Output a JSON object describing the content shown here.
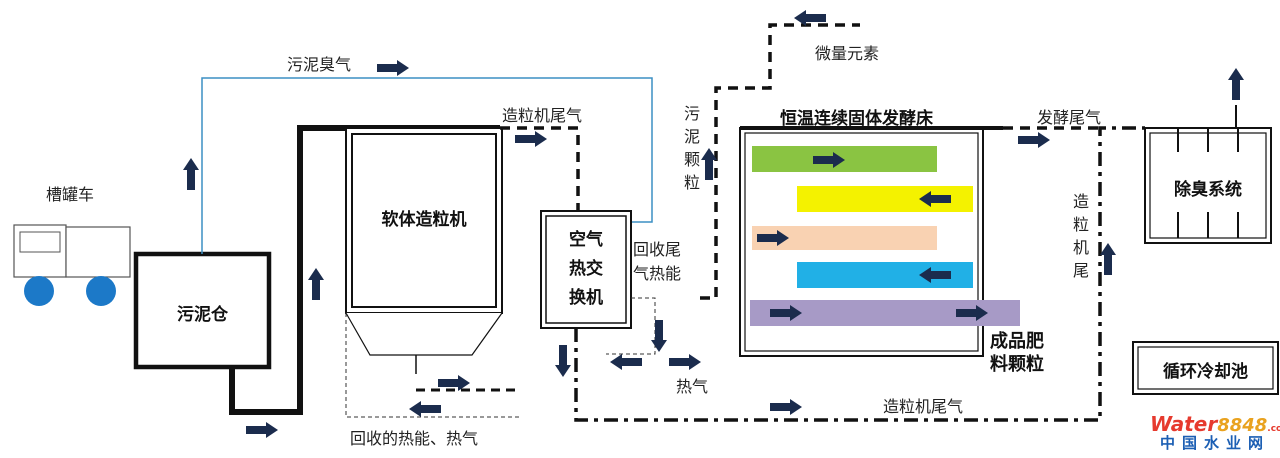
{
  "labels": {
    "tanker_truck": "槽罐车",
    "sludge_odor_gas": "污泥臭气",
    "sludge_bin": "污泥仓",
    "soft_granulator": "软体造粒机",
    "granulator_exhaust_top": "造粒机尾气",
    "air_heat_exchanger": [
      "空气",
      "热交",
      "换机"
    ],
    "recover_exhaust_heat": [
      "回收尾",
      "气热能"
    ],
    "sludge_granules": "污泥颗粒",
    "micro_elements": "微量元素",
    "fermentation_bed": "恒温连续固体发酵床",
    "fermentation_exhaust": "发酵尾气",
    "deodorization_system": "除臭系统",
    "granulator_tail_vertical": "造粒机尾",
    "finished_fertilizer": [
      "成品肥",
      "料颗粒"
    ],
    "circulating_cooling_pool": "循环冷却池",
    "hot_air": "热气",
    "recovered_heat_hot_air": "回收的热能、热气",
    "granulator_exhaust_bottom": "造粒机尾气"
  },
  "watermark": {
    "brand_water": "Water",
    "brand_num": "8848",
    "brand_com": ".com",
    "site_name": "中国水业网"
  },
  "colors": {
    "arrow": "#1b2c4d",
    "pipe_blue": "#3b8fc4",
    "bar_green": "#8ac442",
    "bar_yellow": "#f4f200",
    "bar_peach": "#f9d2b2",
    "bar_cyan": "#21b0e6",
    "bar_purple": "#a79ac6",
    "watermark_red": "#e63a2e",
    "watermark_blue": "#1c5fb4"
  }
}
